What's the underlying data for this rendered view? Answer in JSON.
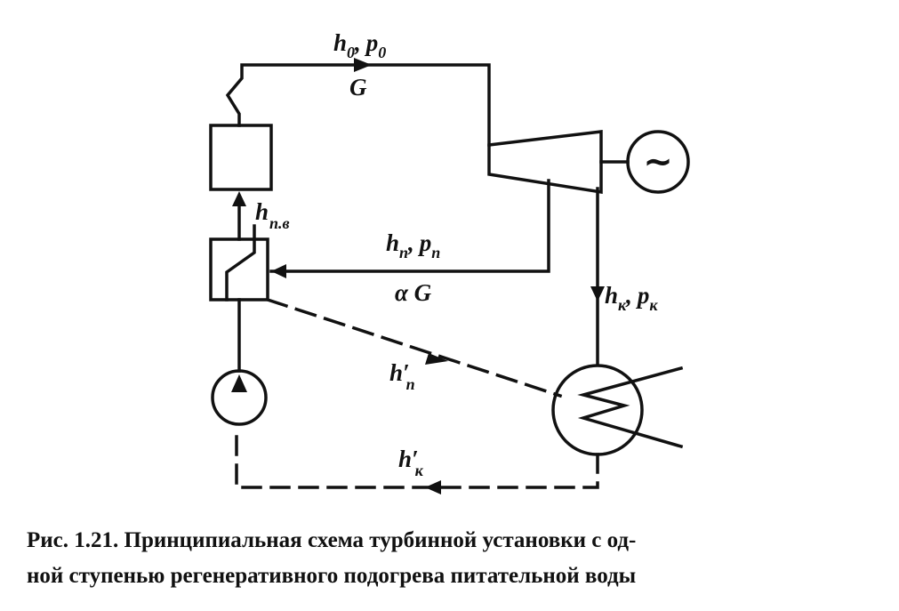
{
  "labels": {
    "h0": "h",
    "h0_sub": "0",
    "p0": "p",
    "p0_sub": "0",
    "G": "G",
    "hpv": "h",
    "hpv_sub": "п.в",
    "hp": "h",
    "hp_sub": "п",
    "pp": "p",
    "pp_sub": "п",
    "alphaG": "α G",
    "hk": "h",
    "hk_sub": "к",
    "pk": "p",
    "pk_sub": "к",
    "hp_prime": "h′",
    "hp_prime_sub": "п",
    "hk_prime": "h′",
    "hk_prime_sub": "к",
    "generator_symbol": "~",
    "comma": ","
  },
  "caption": {
    "line1": "Рис. 1.21. Принципиальная схема турбинной установки с од-",
    "line2": "ной ступенью регенеративного подогрева питательной воды"
  }
}
